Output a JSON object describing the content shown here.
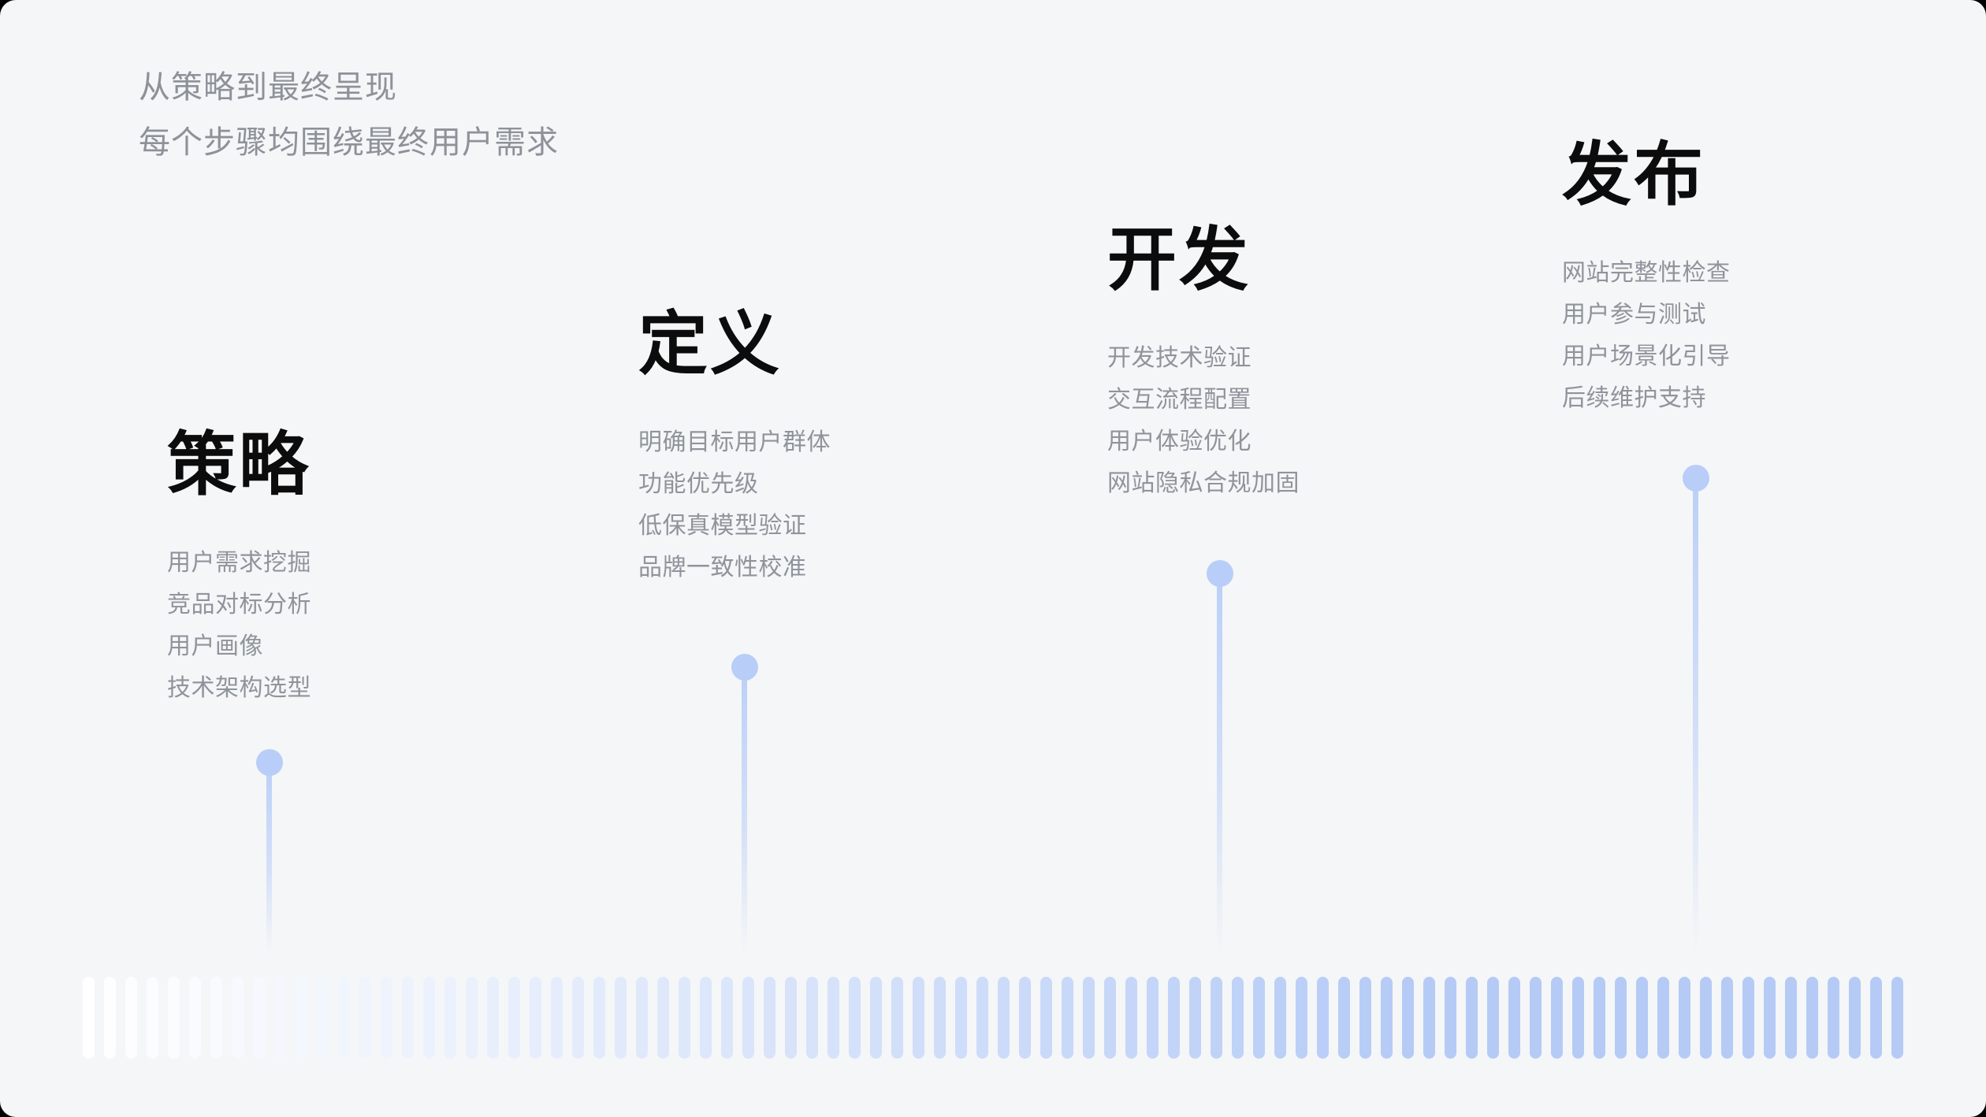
{
  "page": {
    "background": "#f5f6f7",
    "accent": "#b8cdf8",
    "heading_color": "#0c0c0d",
    "muted_color": "#8f949c"
  },
  "header": {
    "line1": "从策略到最终呈现",
    "line2": "每个步骤均围绕最终用户需求"
  },
  "stages": [
    {
      "title": "策略",
      "items": [
        "用户需求挖掘",
        "竞品对标分析",
        "用户画像",
        "技术架构选型"
      ]
    },
    {
      "title": "定义",
      "items": [
        "明确目标用户群体",
        "功能优先级",
        "低保真模型验证",
        "品牌一致性校准"
      ]
    },
    {
      "title": "开发",
      "items": [
        "开发技术验证",
        "交互流程配置",
        "用户体验优化",
        "网站隐私合规加固"
      ]
    },
    {
      "title": "发布",
      "items": [
        "网站完整性检查",
        "用户参与测试",
        "用户场景化引导",
        "后续维护支持"
      ]
    }
  ],
  "timeline": {
    "bar_count": 86,
    "bar_color_start": "#ffffff",
    "bar_color_end": "#b5cbf6",
    "ramp_fraction": 0.73
  }
}
